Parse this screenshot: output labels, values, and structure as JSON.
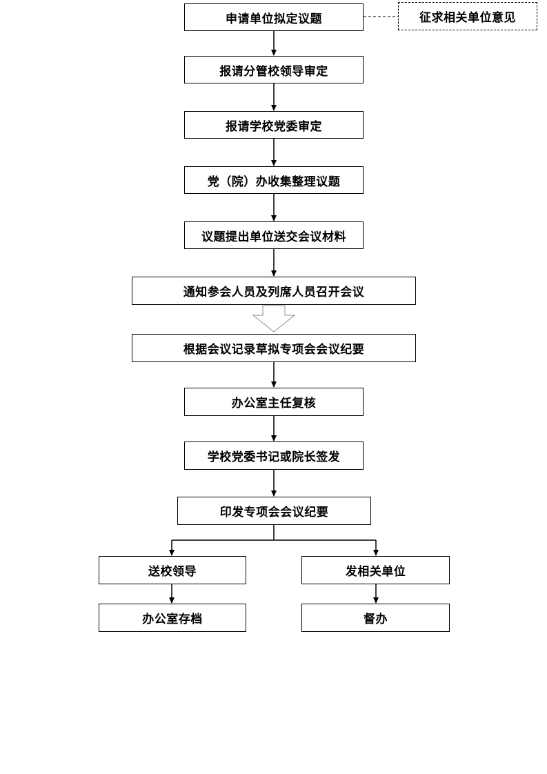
{
  "flowchart": {
    "steps": [
      "申请单位拟定议题",
      "报请分管校领导审定",
      "报请学校党委审定",
      "党（院）办收集整理议题",
      "议题提出单位送交会议材料",
      "通知参会人员及列席人员召开会议",
      "根据会议记录草拟专项会会议纪要",
      "办公室主任复核",
      "学校党委书记或院长签发",
      "印发专项会会议纪要"
    ],
    "side_note": "征求相关单位意见",
    "left_branch": [
      "送校领导",
      "办公室存档"
    ],
    "right_branch": [
      "发相关单位",
      "督办"
    ]
  },
  "colors": {
    "line": "#000000",
    "box_border": "#000000",
    "background": "#ffffff",
    "hollow_arrow_stroke": "#8c8c8c"
  }
}
